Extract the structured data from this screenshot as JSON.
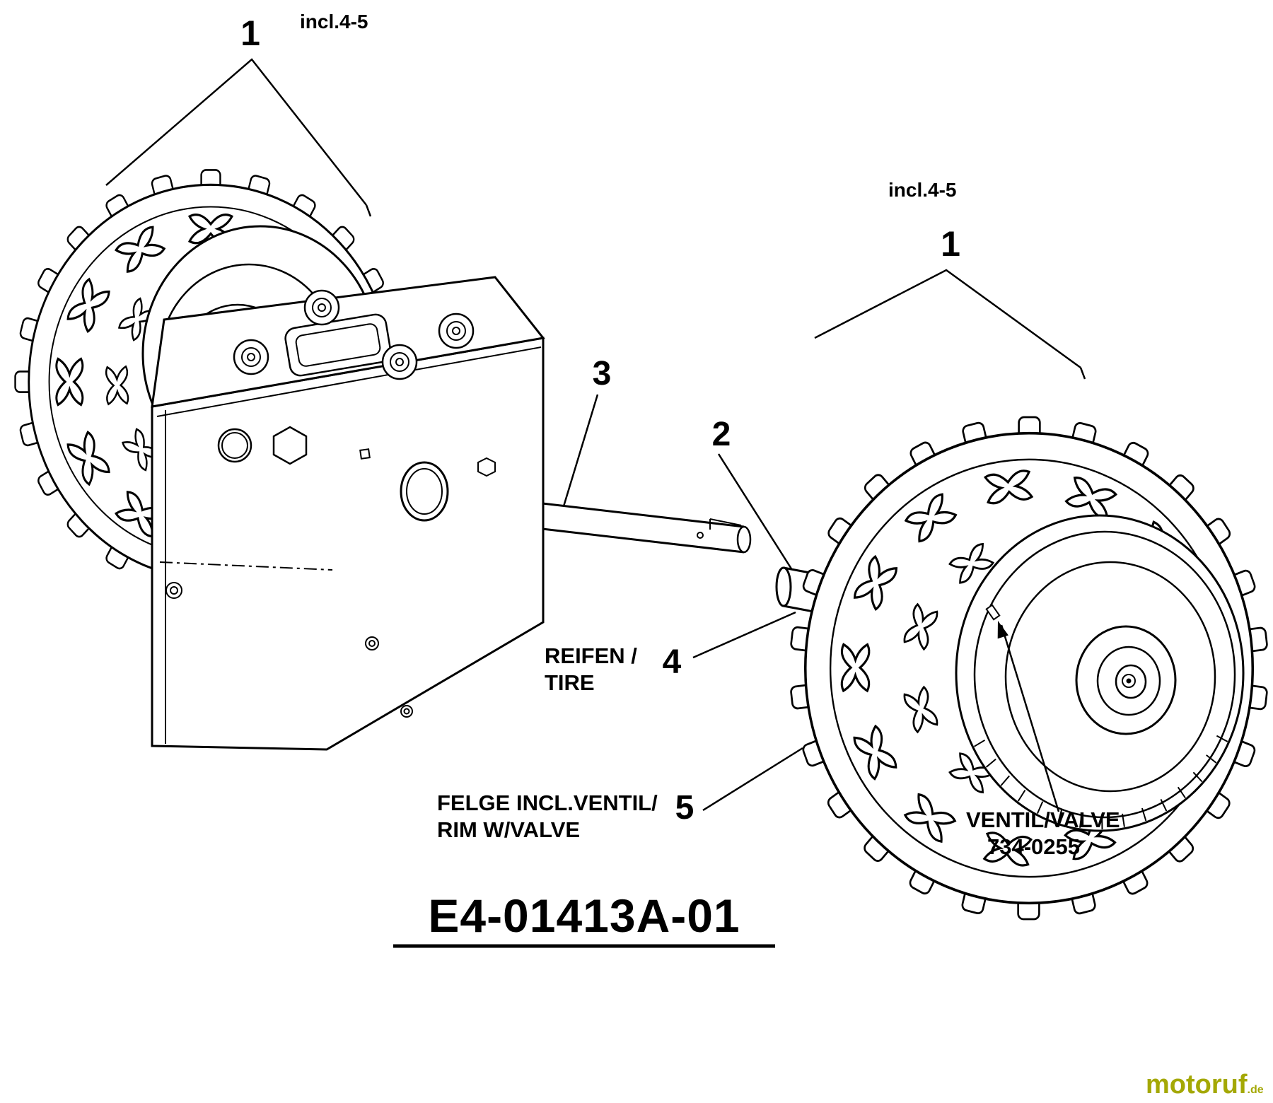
{
  "diagram": {
    "code": "E4-01413A-01",
    "watermark_name": "motoruf",
    "watermark_tld": ".de"
  },
  "callouts": {
    "left_wheel": {
      "ref": "1",
      "note": "incl.4-5"
    },
    "right_wheel": {
      "ref": "1",
      "note": "incl.4-5"
    },
    "spacer": {
      "ref": "2"
    },
    "axle": {
      "ref": "3"
    },
    "tire": {
      "ref": "4",
      "label_line1": "REIFEN /",
      "label_line2": "TIRE"
    },
    "rim": {
      "ref": "5",
      "label_line1": "FELGE INCL.VENTIL/",
      "label_line2": "RIM W/VALVE"
    },
    "valve": {
      "label": "VENTIL/VALVE",
      "part_number": "734-0255"
    }
  },
  "colors": {
    "line": "#000000",
    "background": "#ffffff",
    "watermark": "#a4a805"
  }
}
